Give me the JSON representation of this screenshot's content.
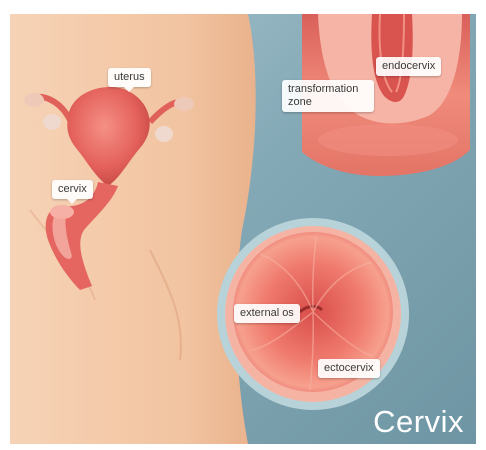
{
  "labels": {
    "uterus": "uterus",
    "cervix": "cervix",
    "transformation_zone": "transformation zone",
    "endocervix": "endocervix",
    "external_os": "external os",
    "ectocervix": "ectocervix"
  },
  "title": "Cervix",
  "colors": {
    "background_blue": "#84a9b6",
    "skin": "#f3c7a4",
    "tissue": "#e9655f",
    "tissue_dark": "#c8403d",
    "inset_ring": "#b7d3d9"
  }
}
